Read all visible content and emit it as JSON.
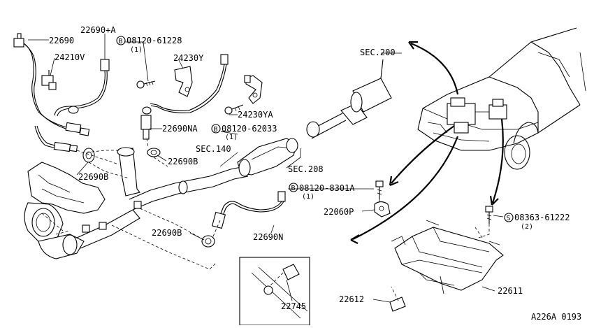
{
  "labels": {
    "p22690": "22690",
    "p22690a": "22690+A",
    "p24210v": "24210V",
    "b08120_61228": "08120-61228",
    "qty1_a": "(1)",
    "p24230y": "24230Y",
    "sec200": "SEC.200",
    "p24230ya": "24230YA",
    "p22690na": "22690NA",
    "b08120_62033": "08120-62033",
    "qty1_b": "(1)",
    "sec140": "SEC.140",
    "p22690b_1": "22690B",
    "p22690b_2": "22690B",
    "sec208": "SEC.208",
    "b08120_8301a": "08120-8301A",
    "qty1_c": "(1)",
    "p22060p": "22060P",
    "s08363_61222": "08363-61222",
    "qty2": "(2)",
    "p22690b_3": "22690B",
    "p22690n": "22690N",
    "p22745": "22745",
    "p22612": "22612",
    "p22611": "22611",
    "code": "A226A 0193"
  },
  "symbols": {
    "bolt_b": "B",
    "screw_s": "S"
  }
}
